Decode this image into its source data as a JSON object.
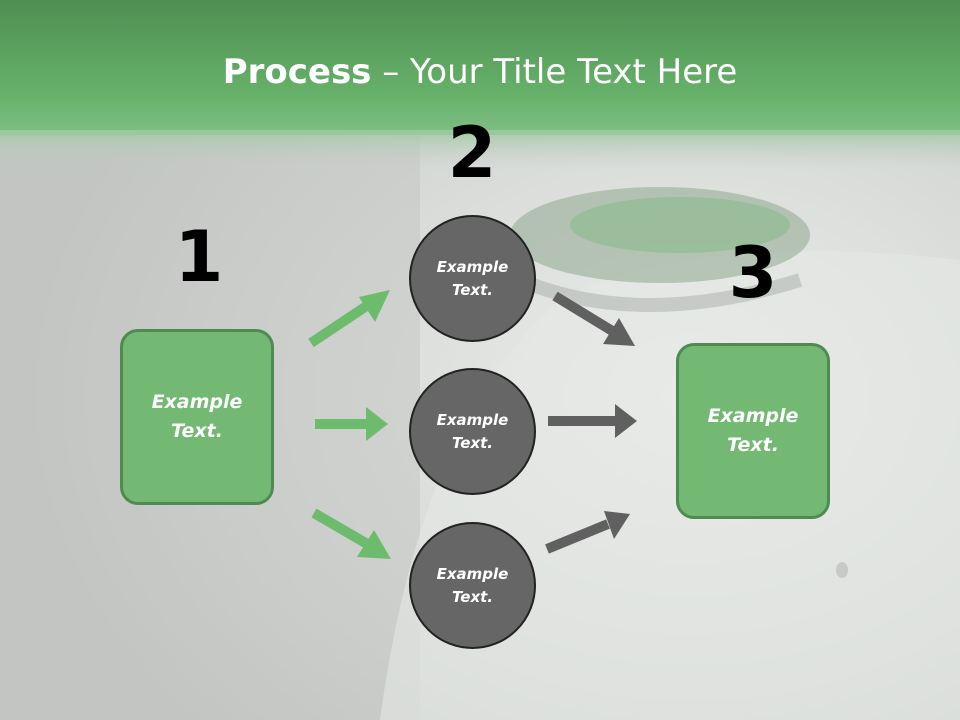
{
  "slide": {
    "title_bold": "Process",
    "title_rest": " – Your Title Text Here"
  },
  "steps": {
    "step1": {
      "number": "1",
      "text": "Example\nText."
    },
    "step2": {
      "number": "2",
      "items": [
        {
          "text": "Example\nText."
        },
        {
          "text": "Example\nText."
        },
        {
          "text": "Example\nText."
        }
      ]
    },
    "step3": {
      "number": "3",
      "text": "Example\nText."
    }
  },
  "colors": {
    "accent_green": "#73b873",
    "header_green": "#5aa65e",
    "circle_gray": "#666666",
    "arrow_green": "#6dbb6d",
    "arrow_gray": "#606060"
  }
}
